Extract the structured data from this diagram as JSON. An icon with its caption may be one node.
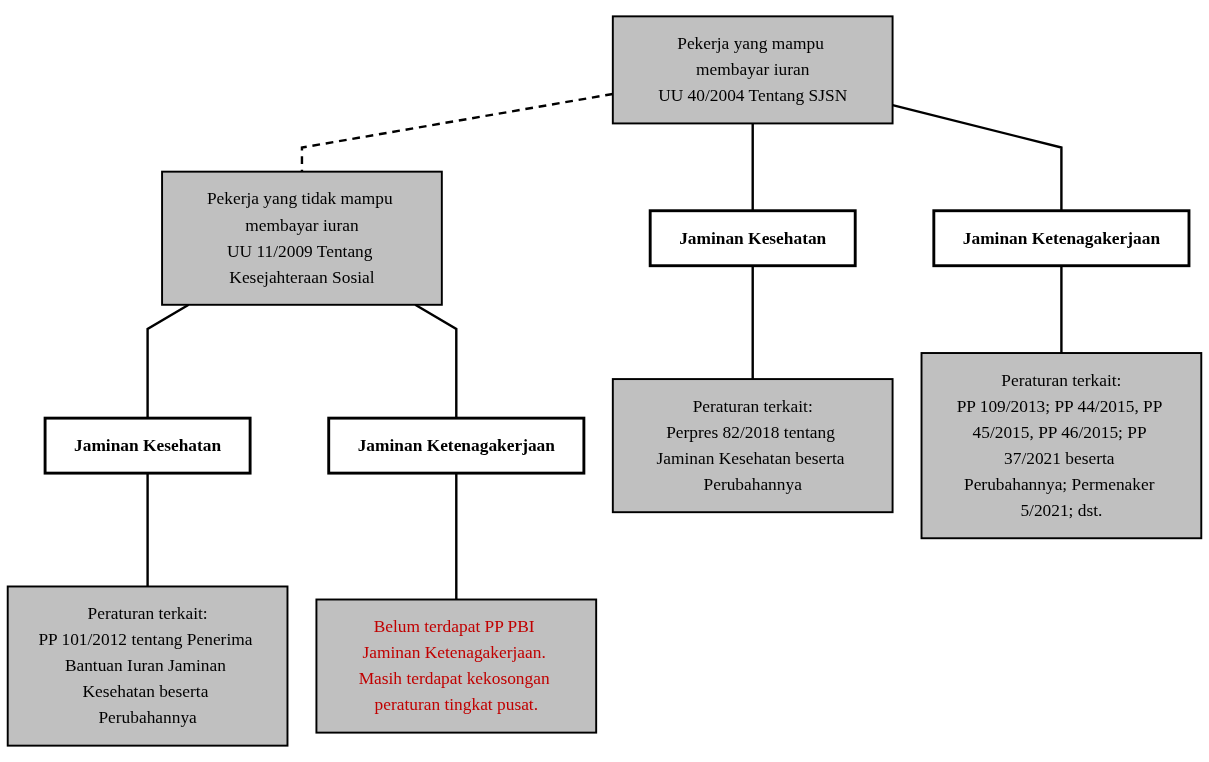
{
  "diagram": {
    "nodes": [
      {
        "text": [
          "Pekerja yang mampu membayar iuran",
          "UU 40/2004 Tentang SJSN"
        ]
      },
      {
        "text": [
          "Pekerja yang tidak mampu membayar iuran",
          "UU 11/2009 Tentang Kesejahteraan Sosial"
        ]
      },
      {
        "text": [
          "Jaminan Kesehatan"
        ]
      },
      {
        "text": [
          "Jaminan Ketenagakerjaan"
        ]
      },
      {
        "text": [
          "Jaminan Kesehatan"
        ]
      },
      {
        "text": [
          "Jaminan Ketenagakerjaan"
        ]
      },
      {
        "text": [
          "Peraturan terkait:",
          "Perpres 82/2018 tentang Jaminan Kesehatan beserta Perubahannya"
        ]
      },
      {
        "text": [
          "Peraturan terkait:",
          "PP 109/2013; PP 44/2015, PP 45/2015, PP 46/2015; PP 37/2021 beserta Perubahannya; Permenaker 5/2021; dst."
        ]
      },
      {
        "text": [
          "Peraturan terkait:",
          "PP 101/2012 tentang Penerima Bantuan Iuran Jaminan Kesehatan beserta Perubahannya"
        ]
      },
      {
        "text": [
          "Belum terdapat PP PBI Jaminan Ketenagakerjaan. Masih terdapat kekosongan peraturan tingkat pusat."
        ]
      }
    ],
    "edges": [
      {
        "from": 0,
        "to": 1,
        "arrow": "none",
        "style": "dashed"
      },
      {
        "from": 0,
        "to": 2,
        "arrow": "none"
      },
      {
        "from": 0,
        "to": 3,
        "arrow": "none"
      },
      {
        "from": 1,
        "to": 4,
        "arrow": "none"
      },
      {
        "from": 1,
        "to": 5,
        "arrow": "none"
      },
      {
        "from": 2,
        "to": 6,
        "arrow": "none"
      },
      {
        "from": 3,
        "to": 7,
        "arrow": "none"
      },
      {
        "from": 4,
        "to": 8,
        "arrow": "none"
      },
      {
        "from": 5,
        "to": 9,
        "arrow": "none"
      }
    ]
  }
}
